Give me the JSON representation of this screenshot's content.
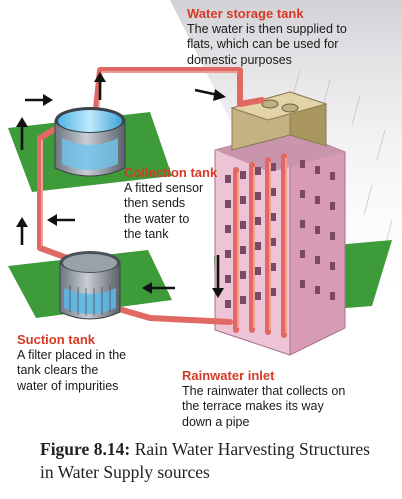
{
  "labels": {
    "storage_tank": {
      "title": "Water storage tank",
      "text": "The water is then supplied to\nflats, which can be used for\ndomestic purposes"
    },
    "collection_tank": {
      "title": "Collection tank",
      "text": "A fitted sensor\nthen sends\nthe water to\nthe tank"
    },
    "suction_tank": {
      "title": "Suction tank",
      "text": "A filter placed in the\ntank clears the\nwater of impurities"
    },
    "rainwater_inlet": {
      "title": "Rainwater inlet",
      "text": "The rainwater that collects on\nthe terrace makes its way\ndown a pipe"
    }
  },
  "caption": {
    "number": "Figure 8.14:",
    "text": " Rain Water Harvesting Structures in Water Supply sources"
  },
  "colors": {
    "pipe": "#e06a63",
    "platform": "#3e9b3a",
    "building": "#e9b9cf",
    "tank_top": "#d8c89a",
    "label_title": "#d63a24"
  }
}
